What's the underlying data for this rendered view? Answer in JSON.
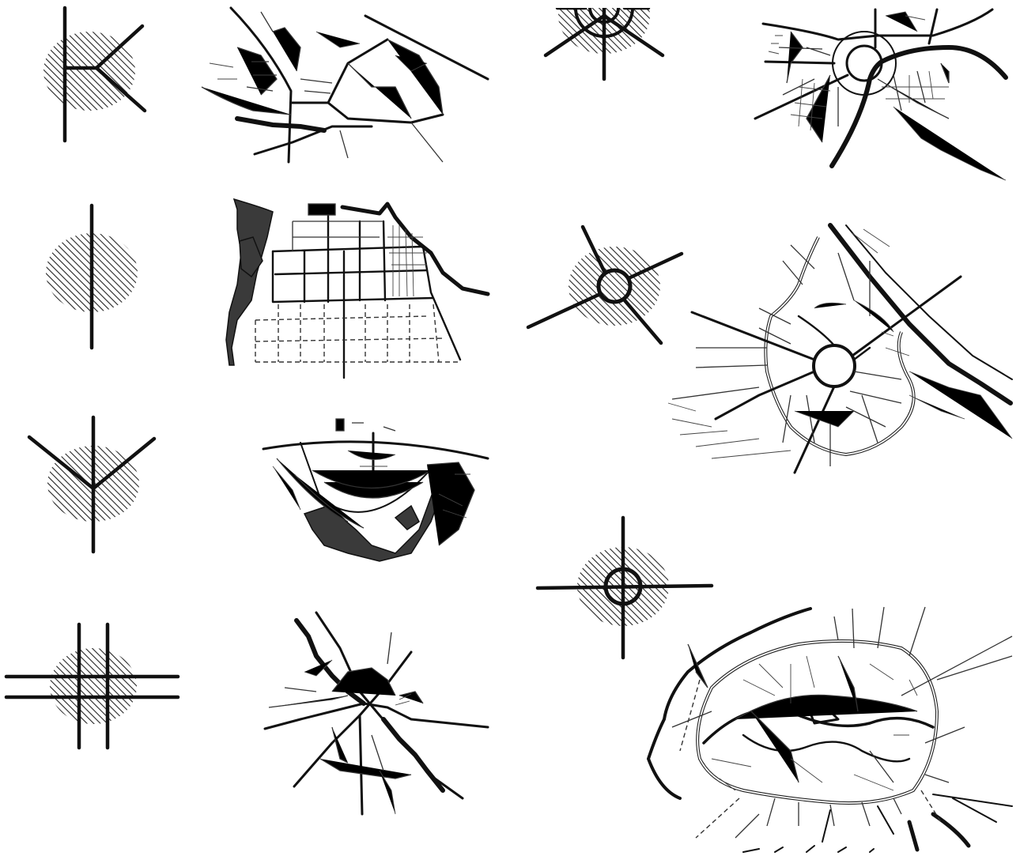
{
  "figure": {
    "panels": [
      {
        "id": "linear-branching",
        "schema": "hatched-core-with-branching-axis",
        "map": "city-plan-branching"
      },
      {
        "id": "linear-single",
        "schema": "hatched-core-with-single-axis",
        "map": "city-plan-grid"
      },
      {
        "id": "linear-fork",
        "schema": "hatched-core-with-forked-axis",
        "map": "city-plan-fan"
      },
      {
        "id": "linear-parallel",
        "schema": "hatched-core-with-parallel-axes",
        "map": "city-plan-crossing"
      },
      {
        "id": "radial-half",
        "schema": "hatched-core-with-half-rings",
        "map": "city-plan-river-radial"
      },
      {
        "id": "radial-ring",
        "schema": "hatched-core-with-ring-and-radials",
        "map": "city-plan-ring-road"
      },
      {
        "id": "radial-cross",
        "schema": "hatched-core-with-ring-and-cross",
        "map": "city-plan-concentric"
      }
    ]
  },
  "style": {
    "ink": "#111111",
    "hatch": "#222222",
    "water": "#3a3a3a",
    "paper": "#ffffff"
  }
}
